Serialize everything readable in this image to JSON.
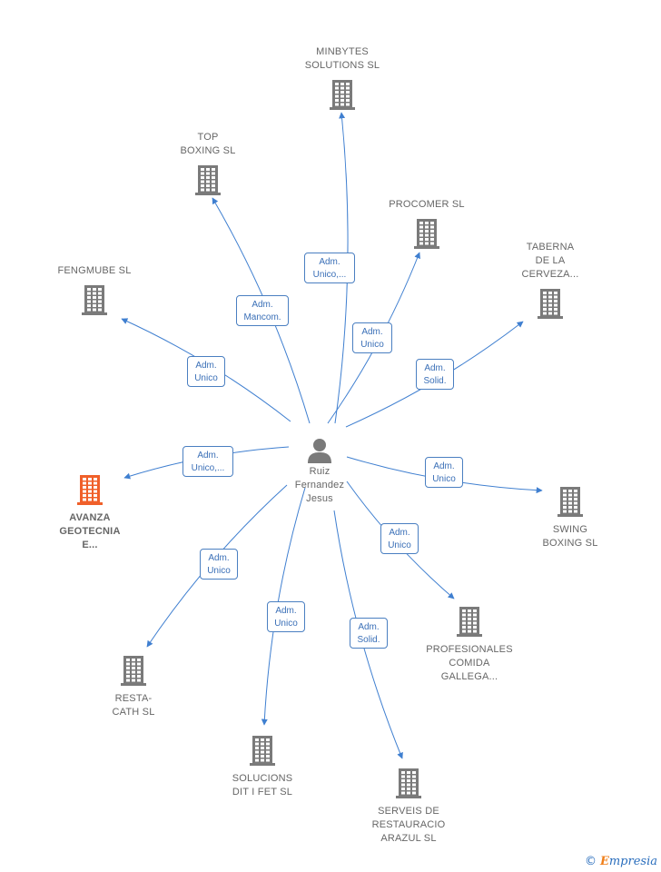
{
  "center": {
    "name": "Ruiz\nFernandez\nJesus",
    "icon": "person-icon"
  },
  "companies": [
    {
      "id": "minbytes",
      "label": "MINBYTES\nSOLUTIONS  SL",
      "role": "Adm.\nUnico,...",
      "color": "#7a7a7a"
    },
    {
      "id": "top-boxing",
      "label": "TOP\nBOXING SL",
      "role": "Adm.\nMancom.",
      "color": "#7a7a7a"
    },
    {
      "id": "procomer",
      "label": "PROCOMER SL",
      "role": "Adm.\nUnico",
      "color": "#7a7a7a"
    },
    {
      "id": "taberna",
      "label": "TABERNA\nDE LA\nCERVEZA...",
      "role": "Adm.\nSolid.",
      "color": "#7a7a7a"
    },
    {
      "id": "fengmube",
      "label": "FENGMUBE  SL",
      "role": "Adm.\nUnico",
      "color": "#7a7a7a"
    },
    {
      "id": "avanza",
      "label": "AVANZA\nGEOTECNIA\nE...",
      "role": "Adm.\nUnico,...",
      "color": "#f0602a",
      "highlight": true
    },
    {
      "id": "swing-boxing",
      "label": "SWING\nBOXING SL",
      "role": "Adm.\nUnico",
      "color": "#7a7a7a"
    },
    {
      "id": "profesionales",
      "label": "PROFESIONALES\nCOMIDA\nGALLEGA...",
      "role": "Adm.\nUnico",
      "color": "#7a7a7a"
    },
    {
      "id": "resta-cath",
      "label": "RESTA-\nCATH SL",
      "role": "Adm.\nUnico",
      "color": "#7a7a7a"
    },
    {
      "id": "solucions",
      "label": "SOLUCIONS\nDIT I FET  SL",
      "role": "Adm.\nUnico",
      "color": "#7a7a7a"
    },
    {
      "id": "serveis",
      "label": "SERVEIS DE\nRESTAURACIO\nARAZUL  SL",
      "role": "Adm.\nSolid.",
      "color": "#7a7a7a"
    }
  ],
  "colors": {
    "edge": "#3f7fd0",
    "badge_border": "#4a7fc1",
    "label": "#666666"
  },
  "footer": {
    "copyright": "©",
    "brand_first": "E",
    "brand_rest": "mpresia"
  }
}
